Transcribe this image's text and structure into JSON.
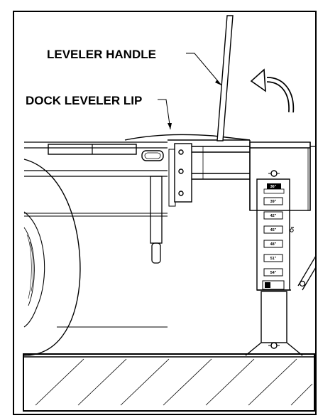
{
  "labels": {
    "leveler_handle": "LEVELER HANDLE",
    "dock_leveler_lip": "DOCK LEVELER LIP"
  },
  "height_scale": {
    "marks": [
      "36\"",
      "39\"",
      "42\"",
      "45\"",
      "48\"",
      "51\"",
      "54\""
    ]
  },
  "colors": {
    "ink": "#000000",
    "paper": "#ffffff"
  },
  "icons": {
    "rotation_arrow": "curved-arrow-counterclockwise"
  }
}
